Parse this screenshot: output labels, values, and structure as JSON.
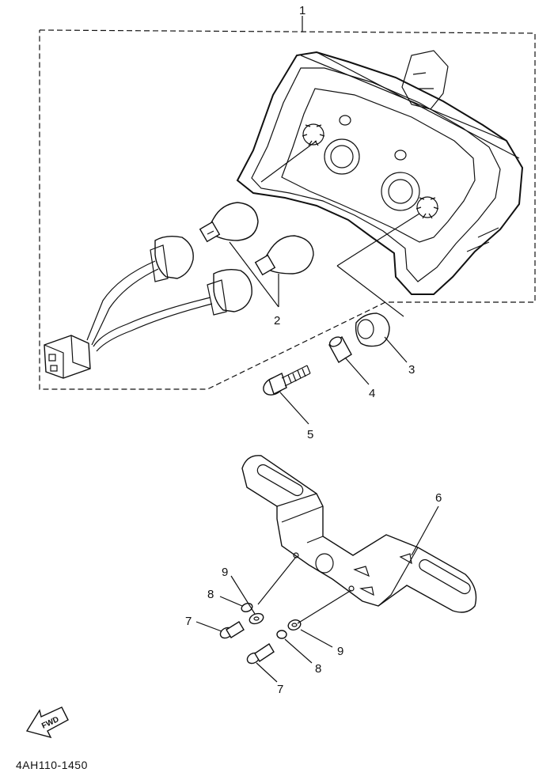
{
  "callouts": {
    "c1": "1",
    "c2": "2",
    "c3": "3",
    "c4": "4",
    "c5": "5",
    "c6": "6",
    "c7a": "7",
    "c7b": "7",
    "c8a": "8",
    "c8b": "8",
    "c9a": "9",
    "c9b": "9"
  },
  "fwd_label": "FWD",
  "diagram_code": "4AH110-1450"
}
